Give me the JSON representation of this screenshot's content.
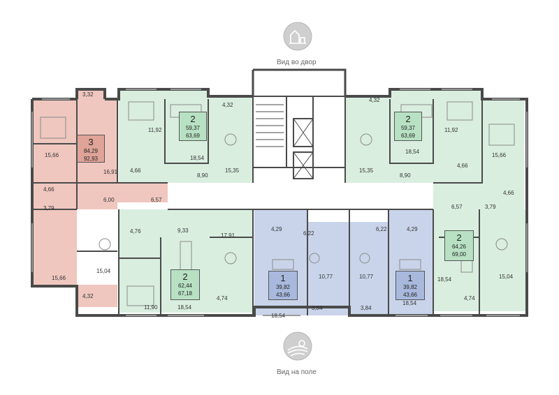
{
  "views": {
    "top": {
      "label": "Вид во двор",
      "icon": "courtyard-view-icon"
    },
    "bottom": {
      "label": "Вид на поле",
      "icon": "field-view-icon"
    }
  },
  "colors": {
    "three_room": "#efc7bf",
    "two_room": "#d9eedf",
    "one_room": "#c9d4ea",
    "walls": "#4a4a4a",
    "circulation": "#ffffff"
  },
  "apartments": [
    {
      "id": "apt-3-left",
      "rooms": "3",
      "area_living": "84,29",
      "area_total": "92,93",
      "type": "three_room"
    },
    {
      "id": "apt-2-top-left",
      "rooms": "2",
      "area_living": "59,37",
      "area_total": "63,69",
      "type": "two_room"
    },
    {
      "id": "apt-2-top-right",
      "rooms": "2",
      "area_living": "59,37",
      "area_total": "63,69",
      "type": "two_room"
    },
    {
      "id": "apt-2-bottom-left",
      "rooms": "2",
      "area_living": "62,44",
      "area_total": "67,18",
      "type": "two_room"
    },
    {
      "id": "apt-1-left",
      "rooms": "1",
      "area_living": "39,82",
      "area_total": "43,66",
      "type": "one_room"
    },
    {
      "id": "apt-1-right",
      "rooms": "1",
      "area_living": "39,82",
      "area_total": "43,66",
      "type": "one_room"
    },
    {
      "id": "apt-2-right",
      "rooms": "2",
      "area_living": "64,26",
      "area_total": "69,00",
      "type": "two_room"
    }
  ],
  "room_labels": [
    "3,32",
    "15,66",
    "16,91",
    "4,66",
    "3,79",
    "6,00",
    "6,57",
    "15,66",
    "15,04",
    "4,32",
    "11,92",
    "4,66",
    "18,54",
    "8,90",
    "4,32",
    "15,35",
    "4,76",
    "9,33",
    "17,91",
    "11,90",
    "18,54",
    "4,74",
    "4,29",
    "6,22",
    "10,77",
    "18,54",
    "3,84",
    "6,22",
    "4,29",
    "10,77",
    "18,54",
    "3,84",
    "4,32",
    "15,35",
    "8,90",
    "18,54",
    "11,92",
    "4,66",
    "15,66",
    "4,66",
    "6,57",
    "3,79",
    "18,54",
    "15,04",
    "4,74"
  ]
}
